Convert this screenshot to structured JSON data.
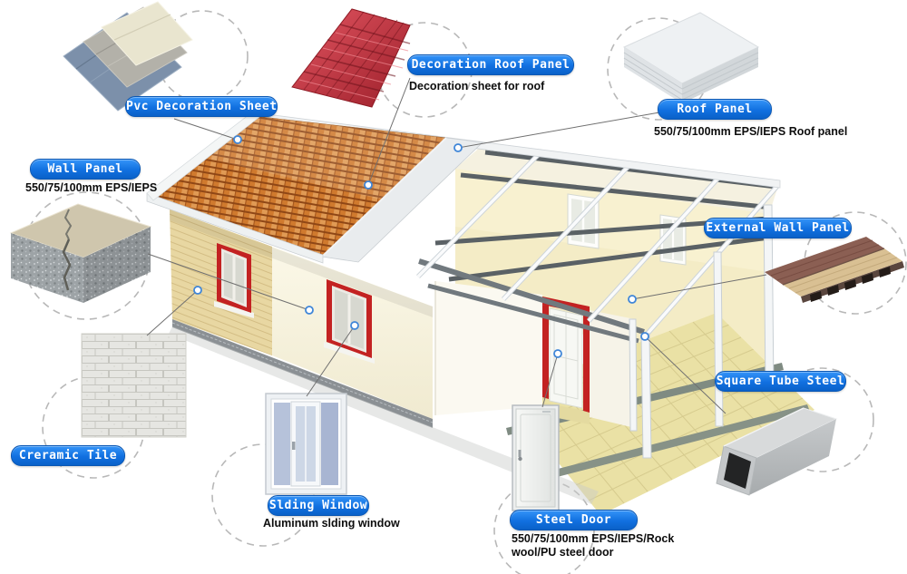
{
  "diagram": {
    "title_hint": "prefab house components diagram",
    "labels": {
      "pvc_decoration_sheet": {
        "text": "Pvc Decoration Sheet",
        "sub": ""
      },
      "wall_panel": {
        "text": "Wall Panel",
        "sub": "550/75/100mm EPS/IEPS"
      },
      "decoration_roof_panel": {
        "text": "Decoration Roof Panel",
        "sub": "Decoration sheet for roof"
      },
      "roof_panel": {
        "text": "Roof Panel",
        "sub": "550/75/100mm EPS/IEPS Roof panel"
      },
      "external_wall_panel": {
        "text": "External Wall Panel",
        "sub": ""
      },
      "square_tube_steel": {
        "text": "Square Tube Steel",
        "sub": ""
      },
      "creramic_tile": {
        "text": "Creramic Tile",
        "sub": ""
      },
      "slding_window": {
        "text": "Slding Window",
        "sub": "Aluminum slding window"
      },
      "steel_door": {
        "text": "Steel Door",
        "sub": "550/75/100mm EPS/IEPS/Rock wool/PU steel door"
      }
    },
    "colors": {
      "label_blue": "#1170e0",
      "label_text": "#ffffff",
      "body_text": "#0d0d0d",
      "leader_line": "#707070",
      "anchor_ring_blue": "#3f86d8",
      "guide_circle_grey": "#b8b8b8",
      "roof_tile_orange": "#c9712e",
      "wall_beige": "#e6d49c",
      "wall_cream": "#f7f3dd",
      "window_frame_red": "#c32222",
      "floor_yellow": "#eae1a5",
      "steel_bar_grey": "#5a6165"
    }
  }
}
